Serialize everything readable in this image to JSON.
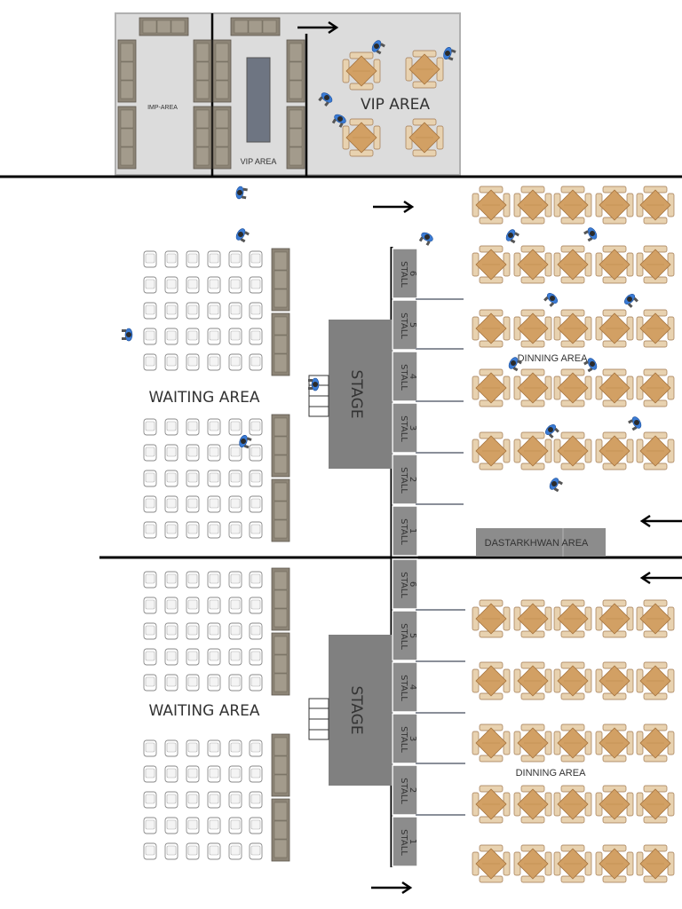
{
  "vip_section": {
    "imp_area_label": "IMP-AREA",
    "vip_small_label": "VIP AREA",
    "vip_main_label": "VIP AREA"
  },
  "upper_section": {
    "waiting_label": "WAITING AREA",
    "stage_label": "STAGE",
    "dining_label": "DINNING AREA",
    "dastarkhwan_label": "DASTARKHWAN AREA",
    "stalls": [
      {
        "word": "STALL",
        "num": "6"
      },
      {
        "word": "STALL",
        "num": "5"
      },
      {
        "word": "STALL",
        "num": "4"
      },
      {
        "word": "STALL",
        "num": "3"
      },
      {
        "word": "STALL",
        "num": "2"
      },
      {
        "word": "STALL",
        "num": "1"
      }
    ]
  },
  "lower_section": {
    "waiting_label": "WAITING AREA",
    "stage_label": "STAGE",
    "dining_label": "DINNING AREA",
    "stalls": [
      {
        "word": "STALL",
        "num": "6"
      },
      {
        "word": "STALL",
        "num": "5"
      },
      {
        "word": "STALL",
        "num": "4"
      },
      {
        "word": "STALL",
        "num": "3"
      },
      {
        "word": "STALL",
        "num": "2"
      },
      {
        "word": "STALL",
        "num": "1"
      }
    ]
  },
  "colors": {
    "stage": "#808080",
    "stall": "#8c8c8c",
    "vip_floor": "#dcdcdc",
    "sofa": "#8c8476",
    "table": "#d2a064",
    "chair": "#c8c8c8",
    "person": "#3a7bd5",
    "wall": "#000000"
  },
  "icons": [
    "sofa-icon",
    "dining-table-icon",
    "waiting-chair-icon",
    "person-icon",
    "arrow-icon"
  ]
}
